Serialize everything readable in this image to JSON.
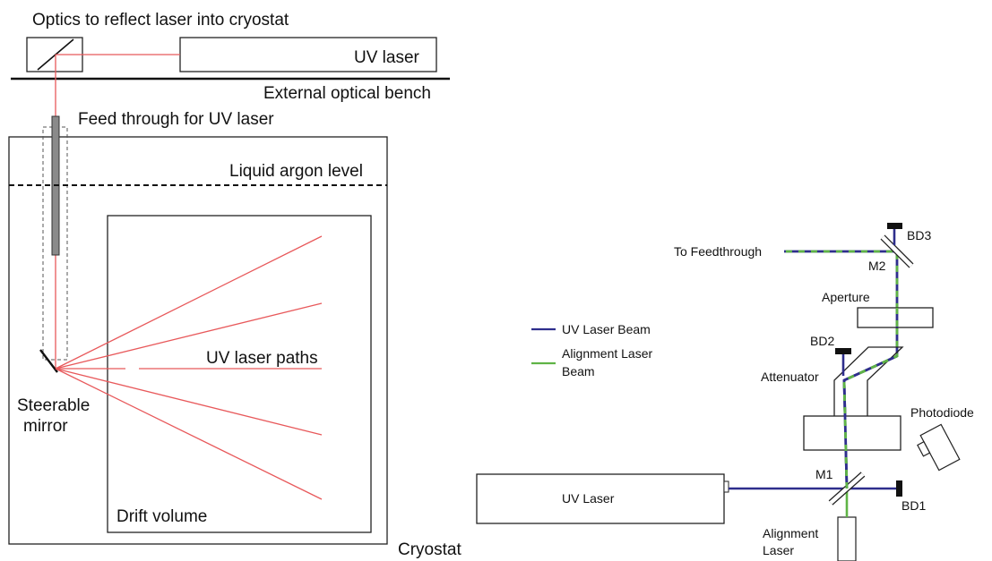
{
  "left_diagram": {
    "optics_label": "Optics to reflect laser into cryostat",
    "uv_laser_label": "UV laser",
    "bench_label": "External optical bench",
    "feedthrough_label": "Feed through for UV laser",
    "lar_level_label": "Liquid argon level",
    "paths_label": "UV laser paths",
    "mirror_label_line1": "Steerable",
    "mirror_label_line2": "mirror",
    "drift_label": "Drift volume",
    "cryostat_label": "Cryostat"
  },
  "right_diagram": {
    "to_feedthrough_label": "To Feedthrough",
    "bd3_label": "BD3",
    "m2_label": "M2",
    "aperture_label": "Aperture",
    "bd2_label": "BD2",
    "attenuator_label": "Attenuator",
    "photodiode_label": "Photodiode",
    "uv_laser_label": "UV Laser",
    "m1_label": "M1",
    "bd1_label": "BD1",
    "alignment_laser_line1": "Alignment",
    "alignment_laser_line2": "Laser",
    "legend": {
      "uv_beam_label": "UV Laser Beam",
      "alignment_beam_line1": "Alignment Laser",
      "alignment_beam_line2": "Beam"
    }
  },
  "colors": {
    "laser_red": "#e8595b",
    "uv_beam_blue": "#2e2e8c",
    "alignment_green": "#5fb446",
    "outline": "#222222"
  }
}
